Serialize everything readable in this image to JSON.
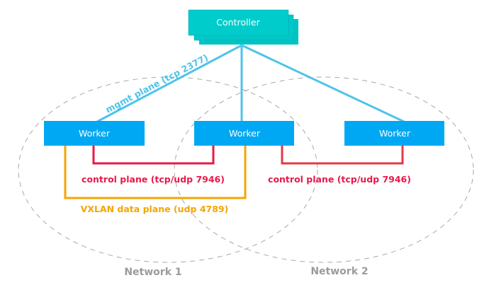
{
  "diagram": {
    "controller": {
      "label": "Controller",
      "color": "#00cccc",
      "shadow_color": "#00b3b3"
    },
    "workers": [
      {
        "label": "Worker"
      },
      {
        "label": "Worker"
      },
      {
        "label": "Worker"
      }
    ],
    "worker_color": "#00a8f3",
    "mgmt_link": {
      "label": "mgmt plane (tcp 2377)",
      "color": "#4fc3e8"
    },
    "control_links": [
      {
        "label": "control plane (tcp/udp 7946)",
        "color": "#e8194a"
      },
      {
        "label": "control plane (tcp/udp 7946)",
        "color": "#e23a44"
      }
    ],
    "data_link": {
      "label": "VXLAN data plane (udp 4789)",
      "color": "#f5a500"
    },
    "networks": [
      {
        "label": "Network 1"
      },
      {
        "label": "Network 2"
      }
    ],
    "network_color": "#9b9b9b"
  }
}
